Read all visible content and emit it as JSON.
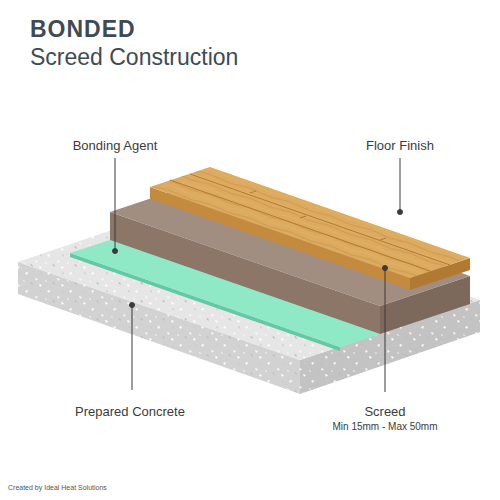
{
  "diagram": {
    "title": "BONDED",
    "labels": [
      "Screed Construction",
      "Bonding Agent",
      "Floor Finish",
      "Prepared Concrete",
      "Screed",
      "Min 15mm - Max 50mm"
    ],
    "caption": "Created by Ideal Heat Solutions"
  }
}
